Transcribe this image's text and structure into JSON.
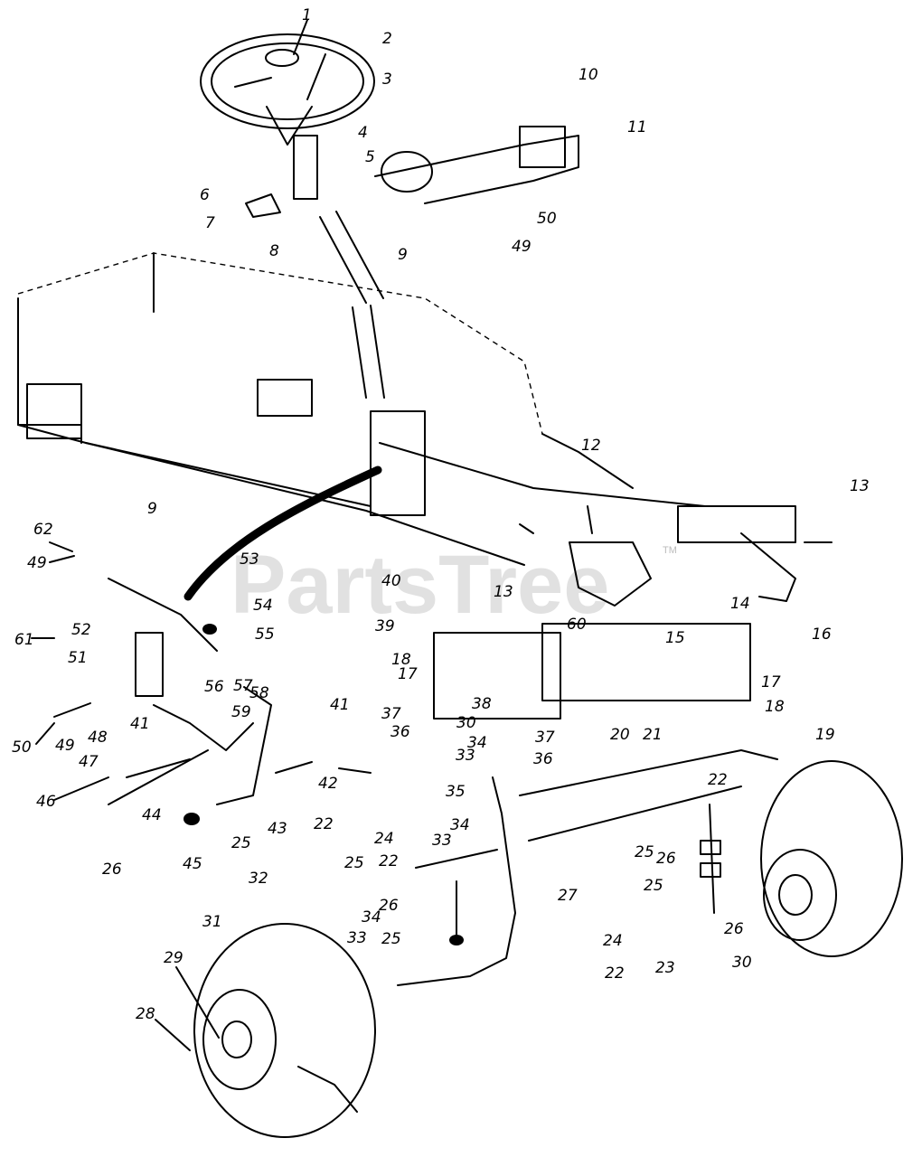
{
  "watermark": {
    "text": "PartsTree",
    "mark": "TM"
  },
  "callouts": [
    "1",
    "2",
    "3",
    "10",
    "11",
    "4",
    "5",
    "6",
    "7",
    "8",
    "9",
    "50",
    "49",
    "12",
    "13",
    "62",
    "9",
    "49",
    "53",
    "54",
    "40",
    "13",
    "60",
    "14",
    "55",
    "61",
    "52",
    "51",
    "39",
    "18",
    "17",
    "15",
    "16",
    "17",
    "18",
    "19",
    "56",
    "57",
    "58",
    "59",
    "41",
    "37",
    "36",
    "30",
    "38",
    "37",
    "36",
    "20",
    "21",
    "50",
    "49",
    "48",
    "47",
    "41",
    "42",
    "33",
    "34",
    "46",
    "44",
    "43",
    "22",
    "35",
    "24",
    "33",
    "34",
    "22",
    "25",
    "26",
    "45",
    "25",
    "26",
    "32",
    "25",
    "22",
    "27",
    "25",
    "31",
    "34",
    "26",
    "33",
    "25",
    "24",
    "26",
    "22",
    "23",
    "30",
    "29",
    "28"
  ]
}
